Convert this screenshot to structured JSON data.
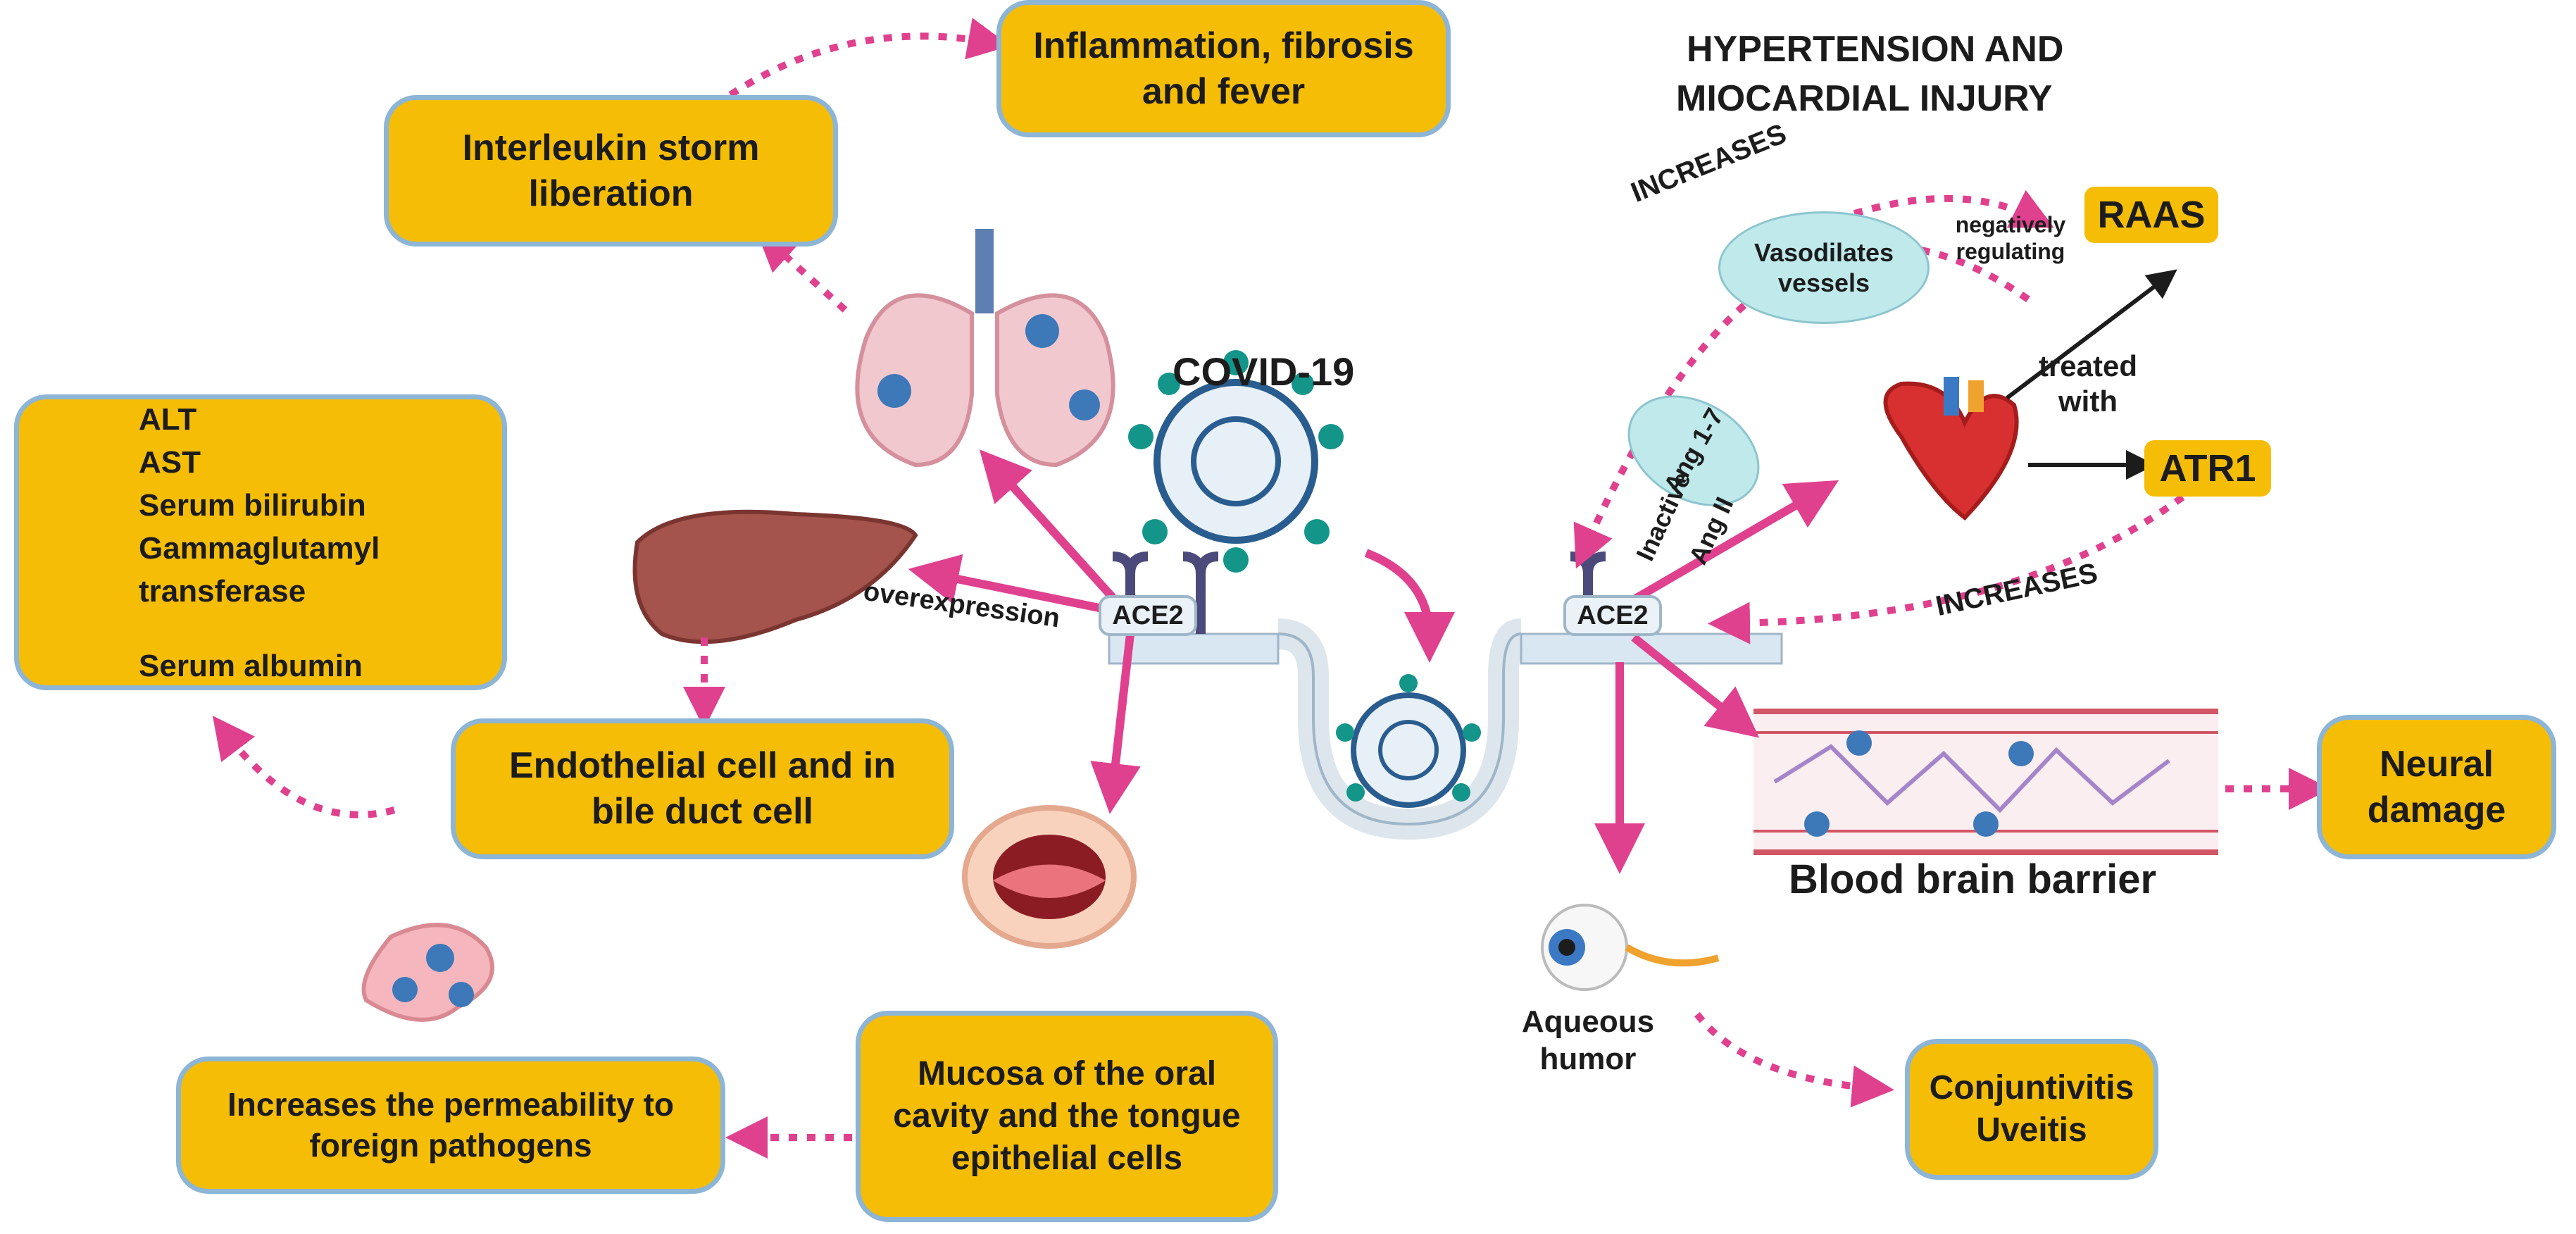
{
  "center": {
    "virus_label": "COVID-19",
    "receptor_left": "ACE2",
    "receptor_right": "ACE2",
    "overexpression": "overexpression"
  },
  "lung": {
    "interleukin": "Interleukin storm liberation",
    "inflammation": "Inflammation, fibrosis and fever"
  },
  "liver": {
    "markers_up": [
      "ALT",
      "AST",
      "Serum bilirubin",
      "Gammaglutamyl",
      "transferase"
    ],
    "markers_down": [
      "Serum albumin"
    ],
    "endothelial": "Endothelial cell and in bile duct cell"
  },
  "mouth": {
    "mucosa": "Mucosa of the oral cavity and the tongue epithelial cells",
    "permeability": "Increases the permeability to foreign pathogens"
  },
  "heart": {
    "title_line1": "HYPERTENSION AND",
    "title_line2": "MIOCARDIAL INJURY",
    "raas": "RAAS",
    "atr1": "ATR1",
    "vasodilates": "Vasodilates vessels",
    "negatively": "negatively regulating",
    "increases_top": "INCREASES",
    "increases_bottom": "INCREASES",
    "treated_with": "treated with",
    "ang17": "Ang 1-7",
    "inactive": "Inactive",
    "ang2": "Ang II"
  },
  "brain": {
    "bbb": "Blood brain barrier",
    "neural": "Neural damage"
  },
  "eye": {
    "aqueous": "Aqueous humor",
    "conj": "Conjuntivitis Uveitis"
  },
  "colors": {
    "box_fill": "#f5bd06",
    "box_border": "#8cb5d6",
    "arrow": "#e0418f",
    "teal": "#13958a"
  }
}
